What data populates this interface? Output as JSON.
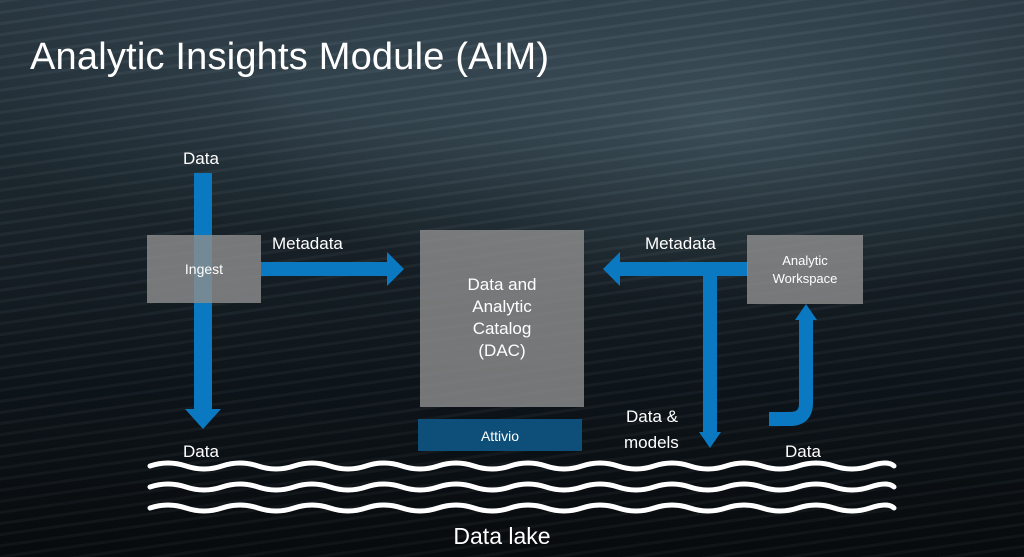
{
  "title": "Analytic Insights Module (AIM)",
  "nodes": {
    "ingest": "Ingest",
    "catalog": [
      "Data and",
      "Analytic",
      "Catalog",
      "(DAC)"
    ],
    "attivio": "Attivio",
    "workspace": [
      "Analytic",
      "Workspace"
    ]
  },
  "labels": {
    "data_top": "Data",
    "metadata_left": "Metadata",
    "metadata_right": "Metadata",
    "data_bottom_left": "Data",
    "data_models": [
      "Data &",
      "models"
    ],
    "data_bottom_right": "Data",
    "data_lake": "Data lake"
  },
  "colors": {
    "arrow": "#0a79c1",
    "node_fill": "#8c8c8c",
    "attivio_fill": "#0e4f7a",
    "wave": "#ffffff"
  }
}
